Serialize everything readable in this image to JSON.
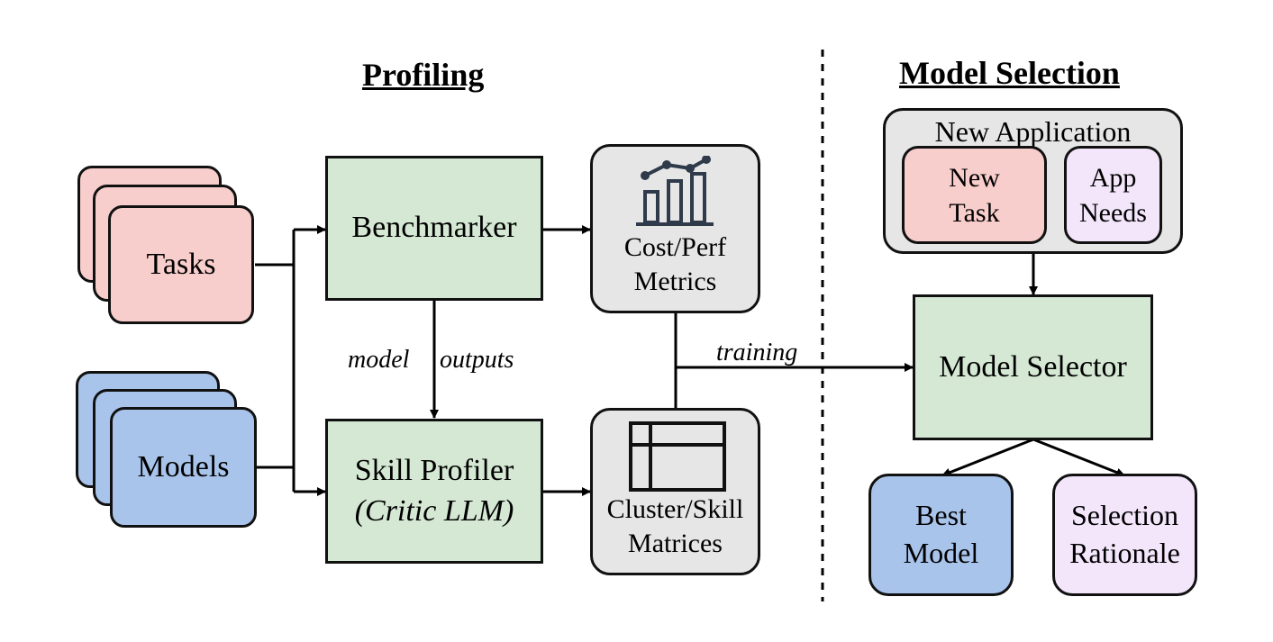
{
  "sections": {
    "profiling": "Profiling",
    "model_selection": "Model Selection"
  },
  "inputs": {
    "tasks": "Tasks",
    "models": "Models"
  },
  "profiling": {
    "benchmarker": "Benchmarker",
    "skill_profiler": "Skill Profiler",
    "critic": "(Critic LLM)",
    "edge_model": "model",
    "edge_outputs": "outputs",
    "metrics_line1": "Cost/Perf",
    "metrics_line2": "Metrics",
    "matrices_line1": "Cluster/Skill",
    "matrices_line2": "Matrices",
    "training": "training"
  },
  "selection": {
    "new_application": "New Application",
    "new_task_line1": "New",
    "new_task_line2": "Task",
    "app_needs_line1": "App",
    "app_needs_line2": "Needs",
    "model_selector": "Model Selector",
    "best_model_line1": "Best",
    "best_model_line2": "Model",
    "rationale_line1": "Selection",
    "rationale_line2": "Rationale"
  },
  "icons": {
    "metrics": "bar-chart-trend-icon",
    "matrices": "table-grid-icon"
  },
  "colors": {
    "task": "#f8cecc",
    "model": "#a9c4eb",
    "process": "#d5e8d4",
    "artifact": "#e6e6e6",
    "needs": "#f3e6fb"
  }
}
